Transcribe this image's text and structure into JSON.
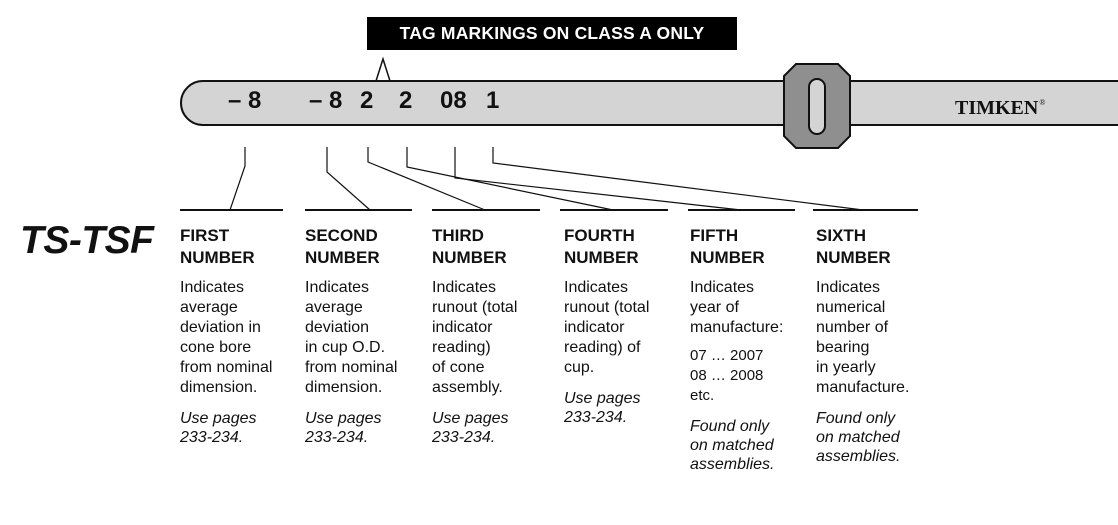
{
  "banner": {
    "text": "TAG MARKINGS ON CLASS A ONLY"
  },
  "band": {
    "digits": [
      "– 8",
      "– 8",
      "2",
      "2",
      "08",
      "1"
    ],
    "brand": "TIMKEN",
    "brand_mark": "®"
  },
  "side_label": "TS-TSF",
  "columns": [
    {
      "heading": "FIRST\nNUMBER",
      "description": "Indicates\naverage\ndeviation in\ncone bore\nfrom nominal\ndimension.",
      "note": "Use pages\n233-234."
    },
    {
      "heading": "SECOND\nNUMBER",
      "description": "Indicates\naverage\ndeviation\nin cup O.D.\nfrom nominal\ndimension.",
      "note": "Use pages\n233-234."
    },
    {
      "heading": "THIRD\nNUMBER",
      "description": "Indicates\nrunout (total\nindicator\nreading)\nof cone\nassembly.",
      "note": "Use pages\n233-234."
    },
    {
      "heading": "FOURTH\nNUMBER",
      "description": "Indicates\nrunout (total\nindicator\nreading) of\ncup.",
      "note": "Use pages\n233-234."
    },
    {
      "heading": "FIFTH\nNUMBER",
      "description": "Indicates\nyear of\nmanufacture:",
      "years": "07 … 2007\n08 … 2008\netc.",
      "note": "Found only\non matched\nassemblies."
    },
    {
      "heading": "SIXTH\nNUMBER",
      "description": "Indicates\nnumerical\nnumber of\nbearing\nin yearly\nmanufacture.",
      "note": "Found only\non matched\nassemblies."
    }
  ],
  "colors": {
    "band_fill": "#d4d4d4",
    "clip_fill": "#8f8f8f",
    "ink": "#111111",
    "banner_bg": "#000000"
  }
}
